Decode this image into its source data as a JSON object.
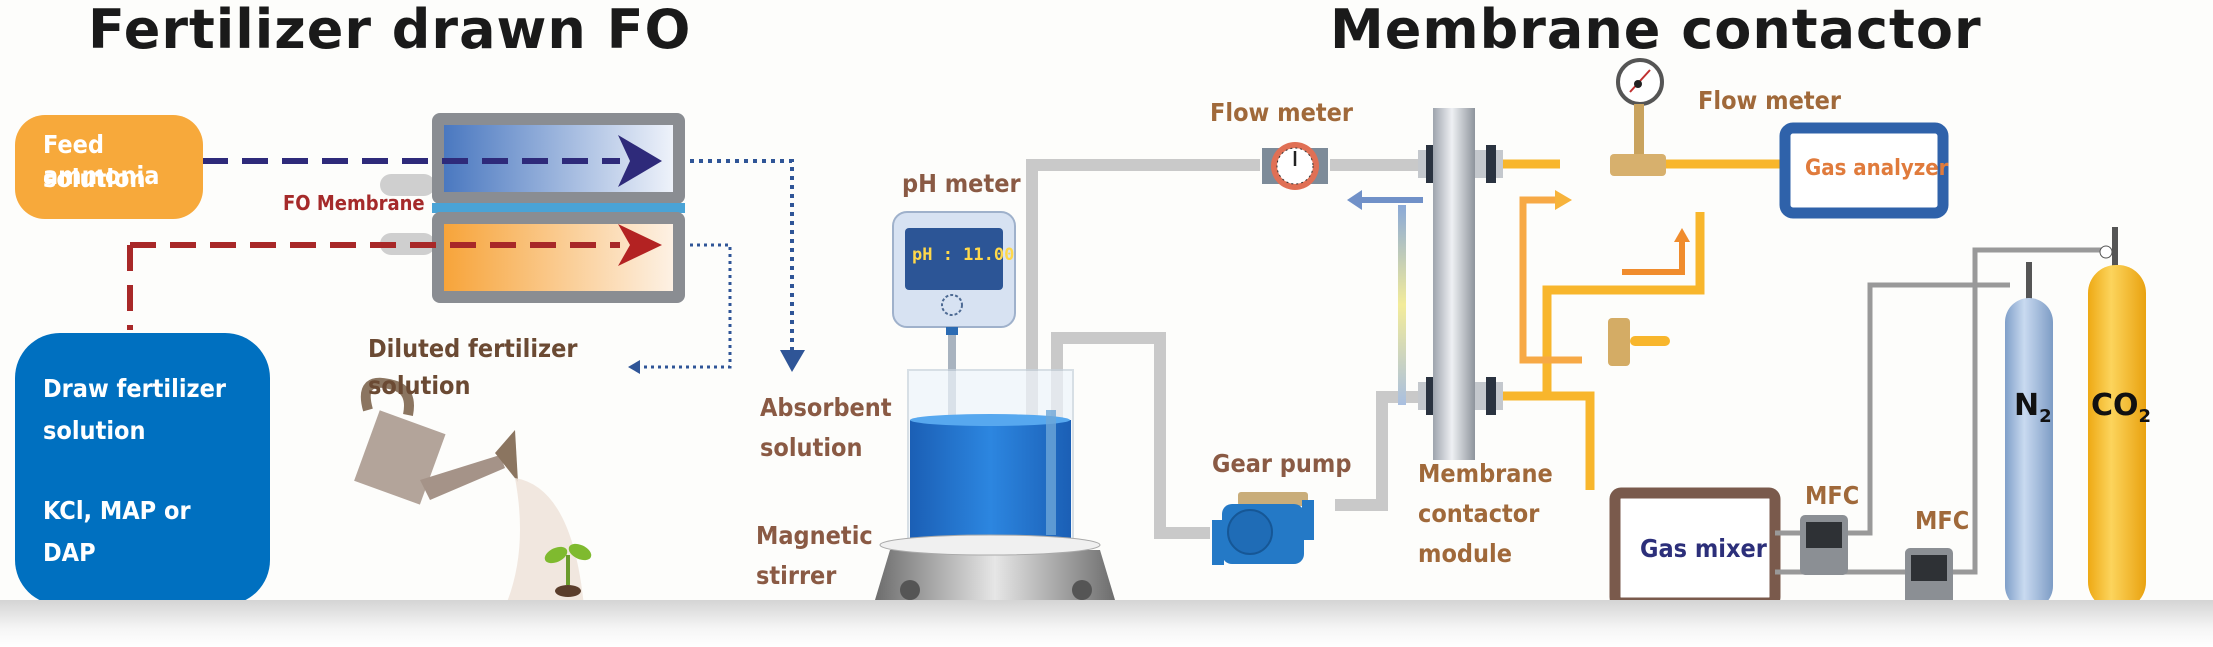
{
  "titles": {
    "left": "Fertilizer drawn FO",
    "right": "Membrane contactor"
  },
  "fo_section": {
    "feed_box": {
      "label": "Feed ammonia solution",
      "line1": "Feed ammonia",
      "line2": "solution",
      "color": "#f7a93b"
    },
    "membrane_label": "FO Membrane",
    "draw_box": {
      "line1": "Draw fertilizer",
      "line2": "solution",
      "line3": "KCl, MAP or",
      "line4": "DAP",
      "color": "#0070c0"
    },
    "diluted_box": {
      "line1": "Diluted fertilizer",
      "line2": "solution",
      "color": "#cfe0f1"
    },
    "flow_colors": {
      "feed": "#2e2a7a",
      "draw": "#a82828",
      "dotted": "#2f5597"
    }
  },
  "absorbent": {
    "label_line1": "Absorbent",
    "label_line2": "solution",
    "stirrer_line1": "Magnetic",
    "stirrer_line2": "stirrer",
    "ph_meter_label": "pH meter",
    "ph_display": "pH : 11.00"
  },
  "contactor_section": {
    "flow_meter_liquid": "Flow meter",
    "flow_meter_gas": "Flow meter",
    "gear_pump": "Gear pump",
    "module_line1": "Membrane",
    "module_line2": "contactor",
    "module_line3": "module",
    "gas_analyzer": "Gas analyzer",
    "gas_mixer": "Gas mixer",
    "mfc_1": "MFC",
    "mfc_2": "MFC",
    "cylinder_n2": {
      "label": "N",
      "sub": "2",
      "color": "#9bbbe0"
    },
    "cylinder_co2": {
      "label": "CO",
      "sub": "2",
      "color": "#f9c02a"
    }
  }
}
